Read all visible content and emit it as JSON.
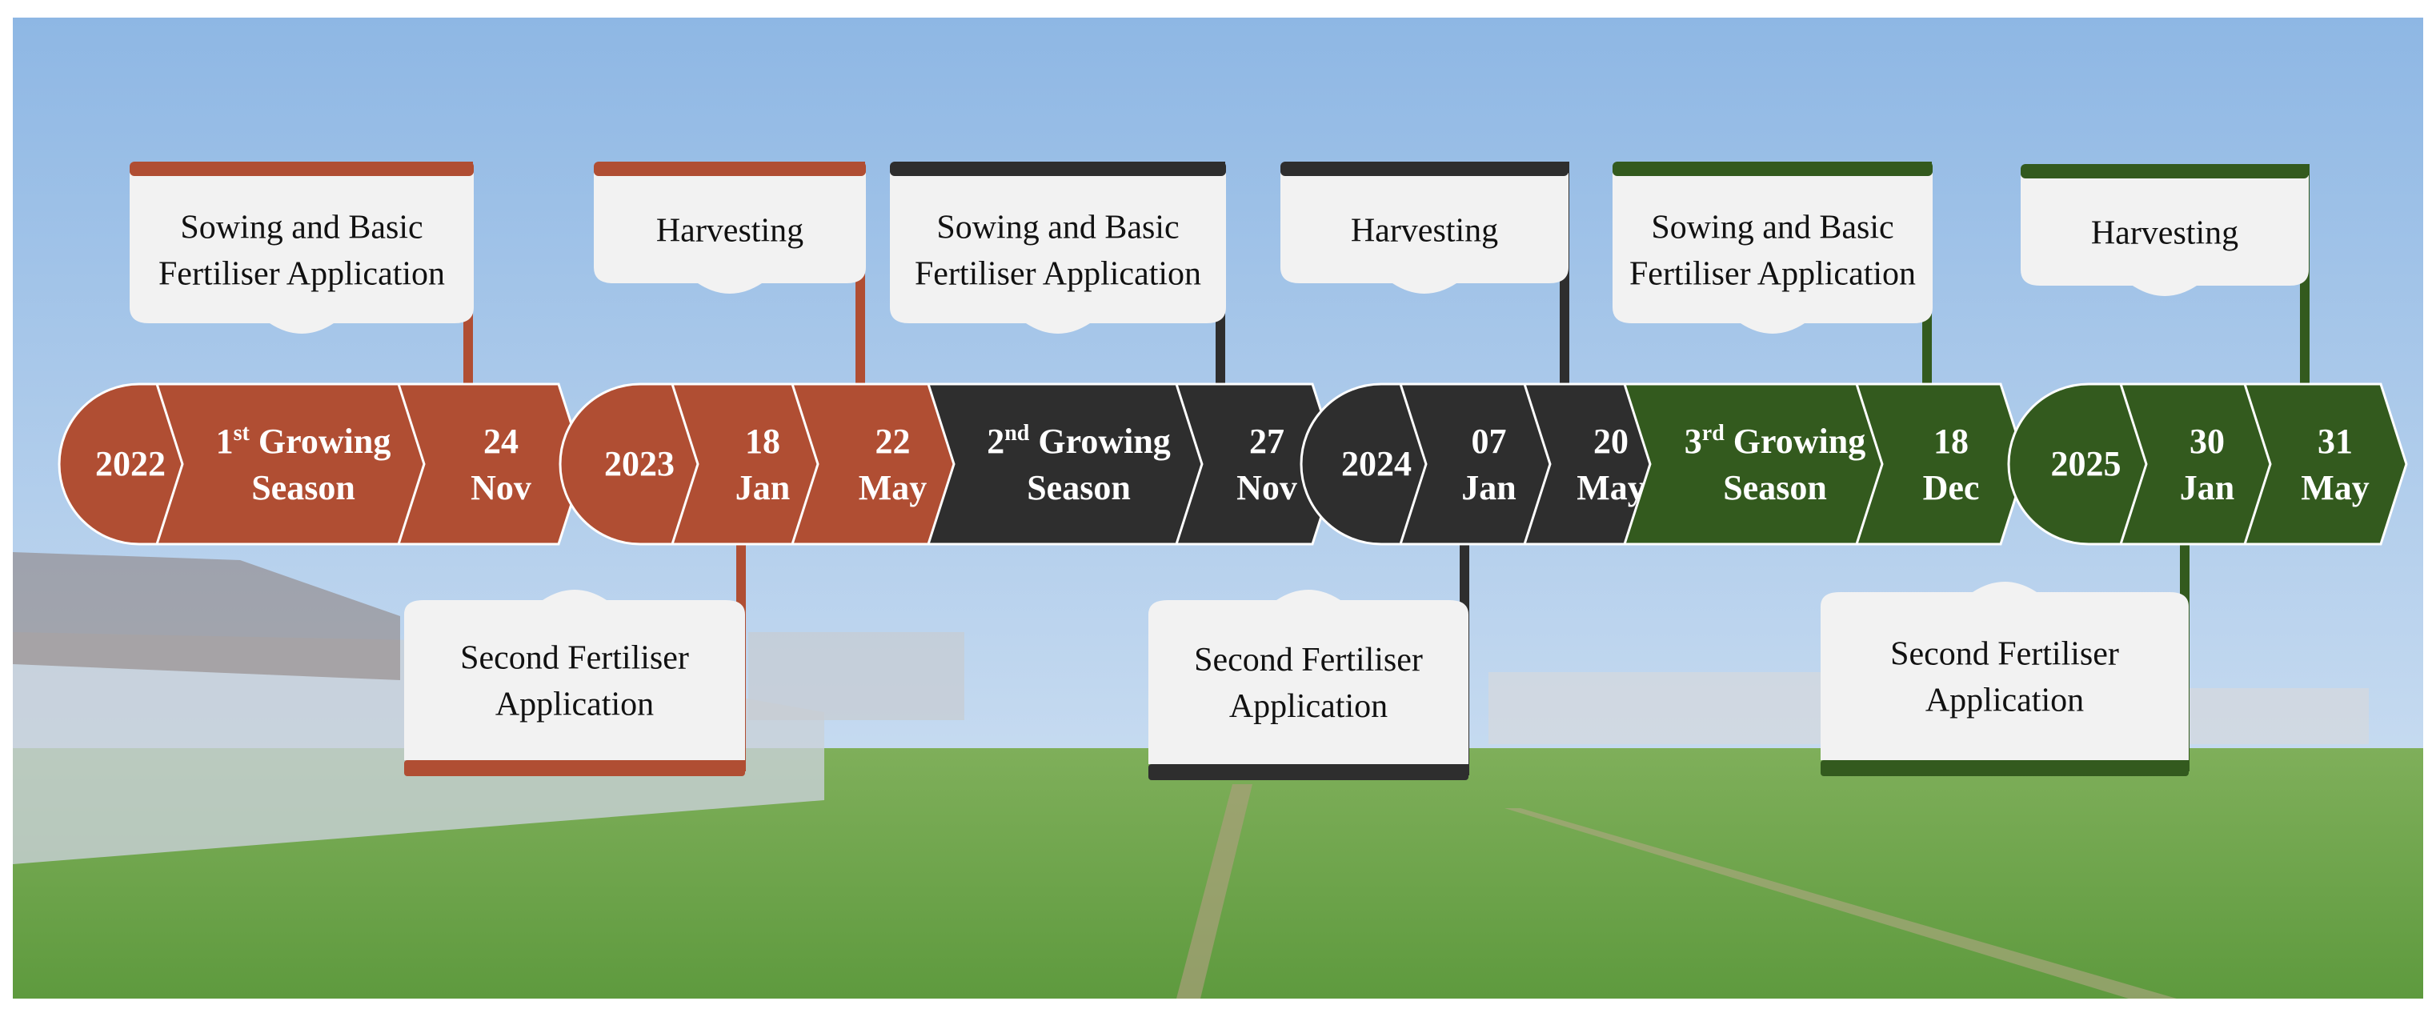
{
  "colors": {
    "season1": "#B04E33",
    "season2": "#2E2E2E",
    "season3": "#335A1E",
    "sky_top": "#8EB7E4",
    "sky_bottom": "#D8E6F4",
    "field": "#5E9A3E",
    "callout_bg": "#F2F2F2"
  },
  "timeline": [
    {
      "name": "year-2022",
      "shape": "circle",
      "color": "season1",
      "lines": [
        "2022"
      ]
    },
    {
      "name": "season-1",
      "shape": "chevron",
      "color": "season1",
      "lines": [
        "1",
        "st",
        " Growing",
        "Season"
      ]
    },
    {
      "name": "date-24-nov",
      "shape": "chevron",
      "color": "season1",
      "lines": [
        "24",
        "Nov"
      ]
    },
    {
      "name": "year-2023",
      "shape": "circle",
      "color": "season1",
      "lines": [
        "2023"
      ]
    },
    {
      "name": "date-18-jan",
      "shape": "chevron",
      "color": "season1",
      "lines": [
        "18",
        "Jan"
      ]
    },
    {
      "name": "date-22-may",
      "shape": "chevron",
      "color": "season1",
      "lines": [
        "22",
        "May"
      ]
    },
    {
      "name": "season-2",
      "shape": "chevron",
      "color": "season2",
      "lines": [
        "2",
        "nd",
        " Growing",
        "Season"
      ]
    },
    {
      "name": "date-27-nov",
      "shape": "chevron",
      "color": "season2",
      "lines": [
        "27",
        "Nov"
      ]
    },
    {
      "name": "year-2024",
      "shape": "circle",
      "color": "season2",
      "lines": [
        "2024"
      ]
    },
    {
      "name": "date-07-jan",
      "shape": "chevron",
      "color": "season2",
      "lines": [
        "07",
        "Jan"
      ]
    },
    {
      "name": "date-20-may",
      "shape": "chevron",
      "color": "season2",
      "lines": [
        "20",
        "May"
      ]
    },
    {
      "name": "season-3",
      "shape": "chevron",
      "color": "season3",
      "lines": [
        "3",
        "rd",
        " Growing",
        "Season"
      ]
    },
    {
      "name": "date-18-dec",
      "shape": "chevron",
      "color": "season3",
      "lines": [
        "18",
        "Dec"
      ]
    },
    {
      "name": "year-2025",
      "shape": "circle",
      "color": "season3",
      "lines": [
        "2025"
      ]
    },
    {
      "name": "date-30-jan",
      "shape": "chevron",
      "color": "season3",
      "lines": [
        "30",
        "Jan"
      ]
    },
    {
      "name": "date-31-may",
      "shape": "chevron",
      "color": "season3",
      "lines": [
        "31",
        "May"
      ]
    }
  ],
  "events": [
    {
      "name": "event-sowing-1",
      "position": "above",
      "color": "season1",
      "target": "date-24-nov",
      "lines": [
        "Sowing and Basic",
        "Fertiliser Application"
      ]
    },
    {
      "name": "event-harvesting-1",
      "position": "above",
      "color": "season1",
      "target": "date-22-may",
      "lines": [
        "Harvesting"
      ]
    },
    {
      "name": "event-sowing-2",
      "position": "above",
      "color": "season2",
      "target": "date-27-nov",
      "lines": [
        "Sowing and Basic",
        "Fertiliser Application"
      ]
    },
    {
      "name": "event-harvesting-2",
      "position": "above",
      "color": "season2",
      "target": "date-20-may",
      "lines": [
        "Harvesting"
      ]
    },
    {
      "name": "event-sowing-3",
      "position": "above",
      "color": "season3",
      "target": "date-18-dec",
      "lines": [
        "Sowing and Basic",
        "Fertiliser Application"
      ]
    },
    {
      "name": "event-harvesting-3",
      "position": "above",
      "color": "season3",
      "target": "date-31-may",
      "lines": [
        "Harvesting"
      ]
    },
    {
      "name": "event-second-fertiliser-1",
      "position": "below",
      "color": "season1",
      "target": "date-18-jan",
      "lines": [
        "Second Fertiliser",
        "Application"
      ]
    },
    {
      "name": "event-second-fertiliser-2",
      "position": "below",
      "color": "season2",
      "target": "date-07-jan",
      "lines": [
        "Second Fertiliser",
        "Application"
      ]
    },
    {
      "name": "event-second-fertiliser-3",
      "position": "below",
      "color": "season3",
      "target": "date-30-jan",
      "lines": [
        "Second Fertiliser",
        "Application"
      ]
    }
  ]
}
